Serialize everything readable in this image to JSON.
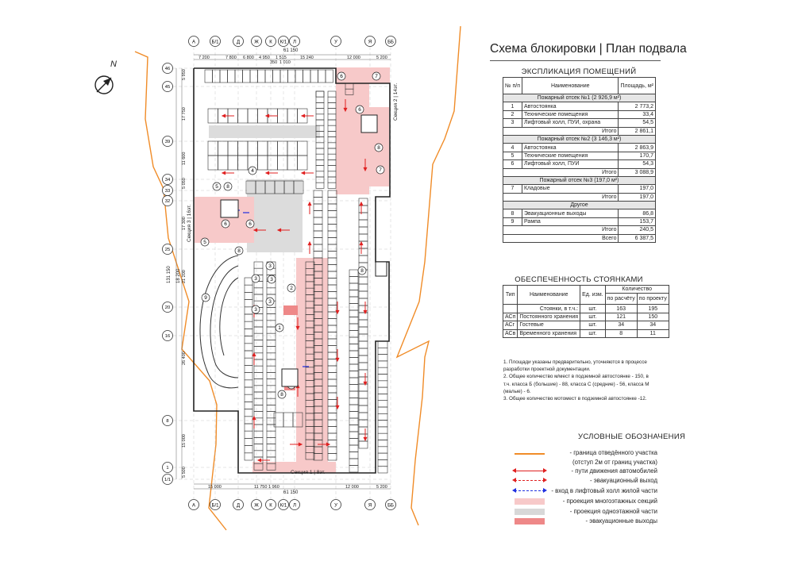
{
  "title": "Схема блокировки  |  План подвала",
  "north_label": "N",
  "colors": {
    "boundary": "#f08c28",
    "traffic": "#e02020",
    "entrance": "#2030e0",
    "multistorey": "#f7c9c9",
    "onestorey": "#d8d8d8",
    "fire_exits": "#ee8888"
  },
  "axes": {
    "top": [
      "А",
      "Б/1",
      "Д",
      "Ж",
      "К",
      "К/1",
      "Л",
      "У",
      "Я",
      "ББ"
    ],
    "left": [
      "46",
      "45",
      "39",
      "34",
      "33",
      "32",
      "25",
      "20",
      "16",
      "8",
      "1",
      "1/1"
    ],
    "top_dims": [
      "7 200",
      "7 800",
      "6 800",
      "4 950",
      "1 515",
      "12 000",
      "5 200"
    ],
    "top_total": "61 150",
    "top_sub": [
      "15 240"
    ],
    "top_small": [
      "350",
      "1 010"
    ],
    "bottom_dims": [
      "15 000",
      "11 750",
      "1 960",
      "12 000",
      "5 200"
    ],
    "bottom_total": "61 150",
    "left_dims": [
      "5 950",
      "17 750",
      "11 600",
      "5 050",
      "17 300",
      "21 200",
      "26 400",
      "15 000",
      "5 500"
    ],
    "left_total": "131 150",
    "left_sub": "18 200"
  },
  "plan_labels": {
    "section1": "Секция 1  |  8эт.",
    "section2": "Секция 2  |  14эт.",
    "section3": "Секция 3  |  16эт.",
    "room_nums": [
      "1",
      "2",
      "3",
      "4",
      "5",
      "6",
      "7",
      "8",
      "9"
    ]
  },
  "explication": {
    "title": "ЭКСПЛИКАЦИЯ ПОМЕЩЕНИЙ",
    "headers": [
      "№ п/п",
      "Наименование",
      "Площадь, м²"
    ],
    "groups": [
      {
        "name": "Пожарный отсек №1 (2 926,9 м²)",
        "rows": [
          [
            "1",
            "Автостоянка",
            "2 773,2"
          ],
          [
            "2",
            "Технические помещения",
            "33,4"
          ],
          [
            "3",
            "Лифтовый холл, ПУИ, охрана",
            "54,5"
          ]
        ],
        "total": [
          "Итого",
          "2 861,1"
        ]
      },
      {
        "name": "Пожарный отсек №2 (3 146,3 м²)",
        "rows": [
          [
            "4",
            "Автостоянка",
            "2 863,9"
          ],
          [
            "5",
            "Технические помещения",
            "170,7"
          ],
          [
            "6",
            "Лифтовый холл, ПУИ",
            "54,3"
          ]
        ],
        "total": [
          "Итого",
          "3 088,9"
        ]
      },
      {
        "name": "Пожарный отсек №3 (197,0 м²)",
        "rows": [
          [
            "7",
            "Кладовые",
            "197,0"
          ]
        ],
        "total": [
          "Итого",
          "197,0"
        ]
      },
      {
        "name": "Другое",
        "rows": [
          [
            "8",
            "Эвакуационные выходы",
            "86,8"
          ],
          [
            "9",
            "Рампа",
            "153,7"
          ]
        ],
        "total": [
          "Итого",
          "240,5"
        ]
      }
    ],
    "grand_total": [
      "Всего",
      "6 387,5"
    ]
  },
  "parking": {
    "title": "ОБЕСПЕЧЕННОСТЬ СТОЯНКАМИ",
    "h1": [
      "Тип",
      "Наименование",
      "Ед. изм.",
      "Количество"
    ],
    "h2": [
      "по расчёту",
      "по проекту"
    ],
    "rows": [
      [
        "",
        "Стоянки, в т.ч.:",
        "шт.",
        "163",
        "195"
      ],
      [
        "АСп",
        "Постоянного хранения",
        "шт.",
        "121",
        "150"
      ],
      [
        "АСг",
        "Гостевые",
        "шт.",
        "34",
        "34"
      ],
      [
        "АСв",
        "Временного хранения",
        "шт.",
        "8",
        "11"
      ]
    ]
  },
  "notes": [
    "1. Площади указаны предварительно, уточняются в процессе",
    "разработки проектной документации.",
    "2. Общее количество м/мест в подземной автостоянке - 150, в",
    "т.ч. класса Б (большие) - 88, класса С (средние) - 56, класса М",
    "(малые) - 6.",
    "3. Общее количество мотомест в подземной автостоянке -12."
  ],
  "legend": {
    "title": "УСЛОВНЫЕ ОБОЗНАЧЕНИЯ",
    "items": [
      "- граница отведённого участка",
      "(отступ 2м от границ участка)",
      "- пути движения автомобилей",
      "- эвакуационный выход",
      "- вход в лифтовый холл жилой части",
      "- проекция многоэтажных секций",
      "- проекция одноэтажной части",
      "- эвакуационные выходы"
    ]
  }
}
